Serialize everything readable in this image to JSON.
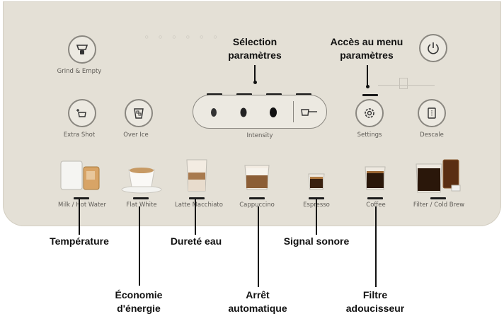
{
  "buttons": {
    "grind_empty": "Grind & Empty",
    "extra_shot": "Extra Shot",
    "over_ice": "Over Ice",
    "intensity": "Intensity",
    "settings": "Settings",
    "descale": "Descale"
  },
  "drinks": [
    {
      "label": "Milk / Hot Water"
    },
    {
      "label": "Flat White"
    },
    {
      "label": "Latte Macchiato"
    },
    {
      "label": "Cappuccino"
    },
    {
      "label": "Espresso"
    },
    {
      "label": "Coffee"
    },
    {
      "label": "Filter / Cold Brew"
    }
  ],
  "annotations": {
    "selection_line1": "Sélection",
    "selection_line2": "paramètres",
    "access_line1": "Accès au menu",
    "access_line2": "paramètres",
    "temperature": "Température",
    "hardness": "Dureté eau",
    "signal": "Signal sonore",
    "economy_line1": "Économie",
    "economy_line2": "d'énergie",
    "auto_off_line1": "Arrêt",
    "auto_off_line2": "automatique",
    "filter_line1": "Filtre",
    "filter_line2": "adoucisseur"
  },
  "colors": {
    "panel": "#e4e0d6",
    "indicator_active": "#1b1b1b",
    "button_outline": "#8a8780",
    "text_label": "#5d5a55"
  },
  "icons": [
    "grind-empty-icon",
    "power-icon",
    "extra-shot-icon",
    "over-ice-icon",
    "bean-icon",
    "water-cup-icon",
    "settings-gear-icon",
    "descale-icon"
  ]
}
